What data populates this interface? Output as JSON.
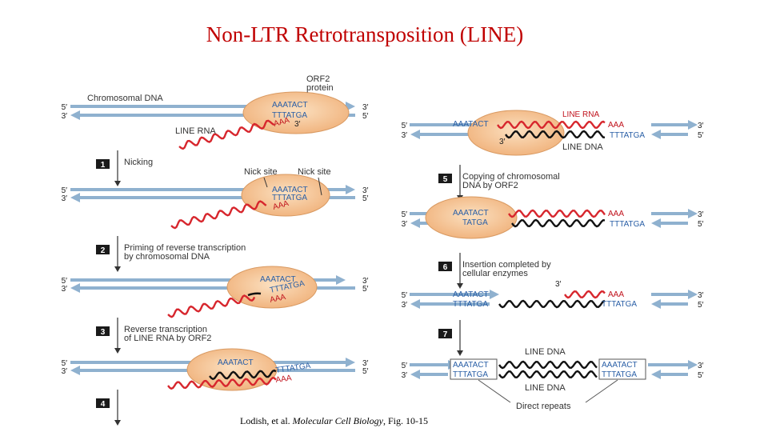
{
  "title": "Non-LTR Retrotransposition (LINE)",
  "caption": {
    "prefix": "Lodish, et al. ",
    "book": "Molecular Cell Biology",
    "suffix": ", Fig. 10-15"
  },
  "labels": {
    "chromosomal_dna": "Chromosomal DNA",
    "orf2_line1": "ORF2",
    "orf2_line2": "protein",
    "line_rna": "LINE RNA",
    "line_rna_right": "LINE RNA",
    "line_dna_right": "LINE DNA",
    "nick_site_1": "Nick site",
    "nick_site_2": "Nick site",
    "line_dna_top": "LINE DNA",
    "line_dna_bottom": "LINE DNA",
    "direct_repeats": "Direct repeats"
  },
  "strand_ends": {
    "five": "5′",
    "three": "3′"
  },
  "sequences": {
    "top": "AAATACT",
    "bottom": "TTTATGA",
    "bottom_short": "TATGA",
    "poly_a": "AAA"
  },
  "steps": [
    {
      "num": "1",
      "line1": "Nicking",
      "line2": ""
    },
    {
      "num": "2",
      "line1": "Priming of reverse transcription",
      "line2": "by chromosomal DNA"
    },
    {
      "num": "3",
      "line1": "Reverse transcription",
      "line2": "of LINE RNA by ORF2"
    },
    {
      "num": "4",
      "line1": "",
      "line2": ""
    },
    {
      "num": "5",
      "line1": "Copying of chromosomal",
      "line2": "DNA by ORF2"
    },
    {
      "num": "6",
      "line1": "Insertion completed by",
      "line2": "cellular enzymes"
    },
    {
      "num": "7",
      "line1": "",
      "line2": ""
    }
  ],
  "colors": {
    "title": "#c00000",
    "dna": "#8fb1cf",
    "rna": "#d7262d",
    "new_dna": "#111111",
    "protein": "#f0b77c",
    "step_box": "#1a1a1a"
  }
}
